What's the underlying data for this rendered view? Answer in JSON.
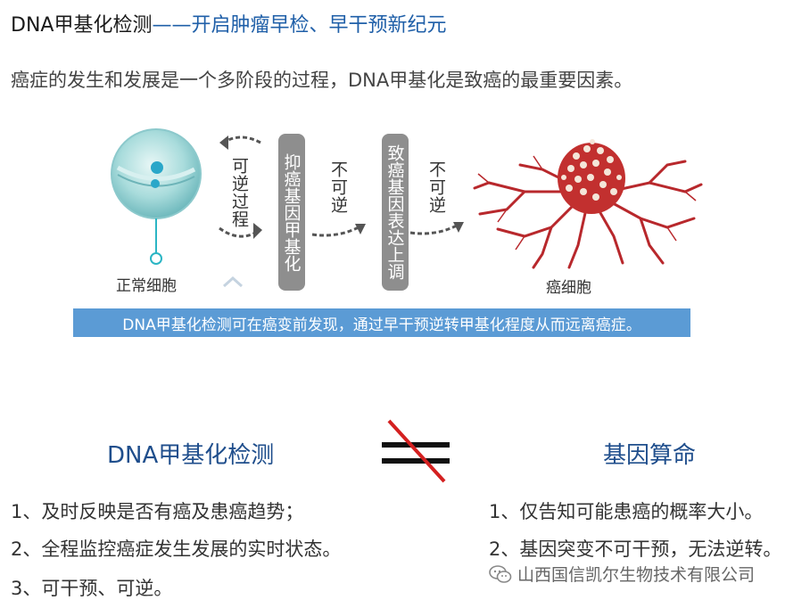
{
  "header": {
    "title_main": "DNA甲基化检测",
    "title_dash": "——",
    "title_sub": "开启肿瘤早检、早干预新纪元"
  },
  "intro": "癌症的发生和发展是一个多阶段的过程，DNA甲基化是致癌的最重要因素。",
  "diagram": {
    "normal_cell_label": "正常细胞",
    "reversible_label": "可逆过程",
    "step1_label": "抑癌基因甲基化",
    "irreversible_1": "不可逆",
    "step2_label": "致癌基因表达上调",
    "irreversible_2": "不可逆",
    "cancer_cell_label": "癌细胞"
  },
  "banner": "DNA甲基化检测可在癌变前发现，通过早干预逆转甲基化程度从而远离癌症。",
  "left_column": {
    "heading": "DNA甲基化检测",
    "items": [
      "1、及时反映是否有癌及患癌趋势；",
      "2、全程监控癌症发生发展的实时状态。",
      "3、可干预、可逆。"
    ]
  },
  "right_column": {
    "heading": "基因算命",
    "items": [
      "1、仅告知可能患癌的概率大小。",
      "2、基因突变不可干预，无法逆转。"
    ]
  },
  "watermark": "山西国信凯尔生物技术有限公司",
  "colors": {
    "accent_blue": "#1f5fa8",
    "banner_blue": "#5b9bd5",
    "not_equal_red": "#d42020",
    "cancer_red": "#b8282c"
  }
}
